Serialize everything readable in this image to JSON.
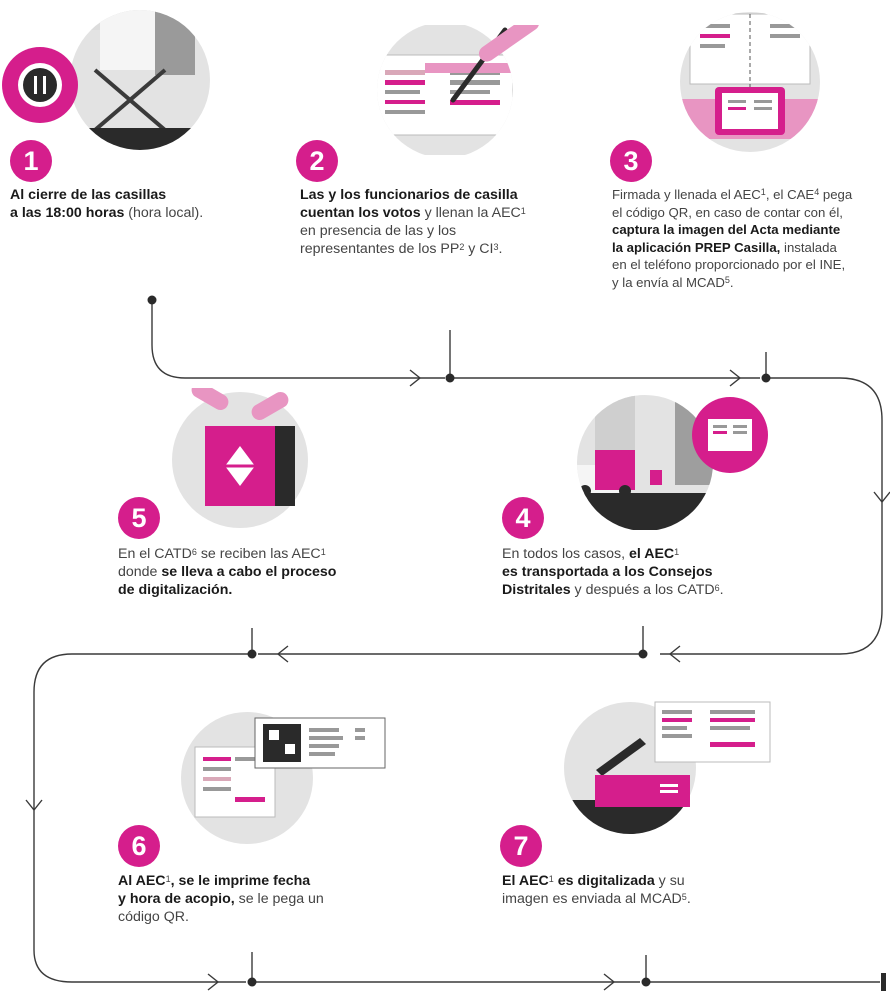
{
  "steps": [
    {
      "number": "1",
      "icon": "clock-chair-icon",
      "text": [
        {
          "b": "Al cierre de las casillas"
        },
        {
          "br": true
        },
        {
          "b": "a las 18:00 horas"
        },
        {
          "t": " (hora local)."
        }
      ]
    },
    {
      "number": "2",
      "icon": "pen-signing-form-icon",
      "text": [
        {
          "b": "Las y los funcionarios de casilla"
        },
        {
          "br": true
        },
        {
          "b": "cuentan los votos"
        },
        {
          "t": " y llenan la AEC"
        },
        {
          "s": "1"
        },
        {
          "br": true
        },
        {
          "t": "en presencia de las y los"
        },
        {
          "br": true
        },
        {
          "t": "representantes de los PP"
        },
        {
          "s": "2"
        },
        {
          "t": " y CI"
        },
        {
          "s": "3"
        },
        {
          "t": "."
        }
      ]
    },
    {
      "number": "3",
      "icon": "phone-capture-icon",
      "text": [
        {
          "t": "Firmada y llenada el AEC"
        },
        {
          "s": "1"
        },
        {
          "t": ", el CAE"
        },
        {
          "s": "4"
        },
        {
          "t": " pega"
        },
        {
          "br": true
        },
        {
          "t": "el código QR, en caso de contar con él,"
        },
        {
          "br": true
        },
        {
          "b": "captura la imagen del Acta mediante"
        },
        {
          "br": true
        },
        {
          "b": "la aplicación PREP Casilla,"
        },
        {
          "t": " instalada"
        },
        {
          "br": true
        },
        {
          "t": "en el teléfono proporcionado por el INE,"
        },
        {
          "br": true
        },
        {
          "t": "y la envía al MCAD"
        },
        {
          "s": "5"
        },
        {
          "t": "."
        }
      ]
    },
    {
      "number": "4",
      "icon": "transport-truck-icon",
      "text": [
        {
          "t": "En todos los casos, "
        },
        {
          "b": "el AEC"
        },
        {
          "s": "1"
        },
        {
          "br": true
        },
        {
          "b": "es transportada a los Consejos"
        },
        {
          "br": true
        },
        {
          "b": "Distritales"
        },
        {
          "t": " y después a los CATD"
        },
        {
          "s": "6"
        },
        {
          "t": "."
        }
      ]
    },
    {
      "number": "5",
      "icon": "ballot-box-icon",
      "text": [
        {
          "t": "En el CATD"
        },
        {
          "s": "6"
        },
        {
          "t": " se reciben las AEC"
        },
        {
          "s": "1"
        },
        {
          "br": true
        },
        {
          "t": "donde "
        },
        {
          "b": "se lleva a cabo el proceso"
        },
        {
          "br": true
        },
        {
          "b": "de digitalización."
        }
      ]
    },
    {
      "number": "6",
      "icon": "qr-label-icon",
      "text": [
        {
          "b": "Al AEC"
        },
        {
          "s": "1"
        },
        {
          "b": ", se le imprime fecha"
        },
        {
          "br": true
        },
        {
          "b": "y hora de acopio,"
        },
        {
          "t": " se le pega un"
        },
        {
          "br": true
        },
        {
          "t": "código QR."
        }
      ]
    },
    {
      "number": "7",
      "icon": "scanner-icon",
      "text": [
        {
          "b": "El AEC"
        },
        {
          "s": "1"
        },
        {
          "b": " es digitalizada"
        },
        {
          "t": " y su"
        },
        {
          "br": true
        },
        {
          "t": "imagen es enviada al MCAD"
        },
        {
          "s": "5"
        },
        {
          "t": "."
        }
      ]
    }
  ],
  "colors": {
    "accent": "#d51e8c",
    "pink_light": "#e895c2",
    "dark": "#2a2a2a",
    "gray": "#c9c9c9",
    "light_gray": "#e3e3e3",
    "text": "#444444"
  }
}
